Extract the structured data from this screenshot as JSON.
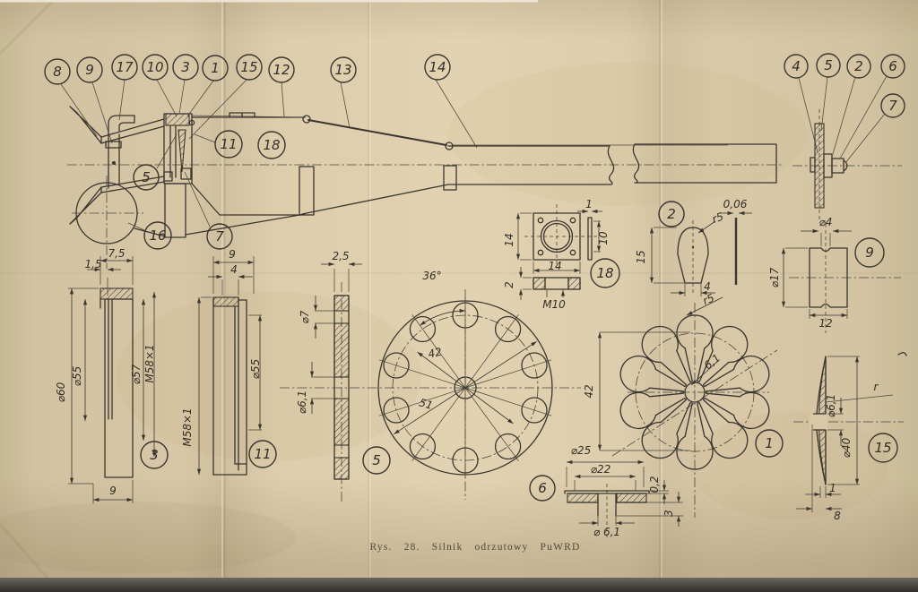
{
  "figure": {
    "caption": "Rys. 28.  Silnik  odrzutowy  PuWRD",
    "ink_color": "#3a352f",
    "paper_color": "#d8c7a5"
  },
  "assembly": {
    "callouts": [
      "8",
      "9",
      "17",
      "10",
      "3",
      "1",
      "15",
      "12",
      "13",
      "14"
    ],
    "inner_callouts": [
      "5",
      "7",
      "11",
      "16",
      "18"
    ],
    "end_view_callouts": [
      "4",
      "5",
      "2",
      "6",
      "7"
    ]
  },
  "parts": {
    "p3": {
      "no": "3",
      "dims": [
        "7,5",
        "1,5",
        "⌀60",
        "⌀55",
        "⌀57",
        "M58×1",
        "9"
      ]
    },
    "p11": {
      "no": "11",
      "dims": [
        "9",
        "4",
        "M58×1",
        "⌀55"
      ]
    },
    "p5": {
      "no": "5",
      "dims": [
        "2,5",
        "⌀7",
        "⌀6,1",
        "36°",
        "42",
        "51"
      ]
    },
    "p18": {
      "no": "18",
      "dims": [
        "14",
        "14",
        "1",
        "10",
        "2",
        "M10"
      ]
    },
    "p2": {
      "no": "2",
      "dims": [
        "r5",
        "15",
        "4",
        "0,06"
      ]
    },
    "p9": {
      "no": "9",
      "dims": [
        "⌀4",
        "⌀17",
        "12"
      ]
    },
    "p1": {
      "no": "1",
      "dims": [
        "r5",
        "42",
        "6,1"
      ]
    },
    "p6": {
      "no": "6",
      "dims": [
        "⌀25",
        "⌀22",
        "0,2",
        "3",
        "⌀ 6,1"
      ]
    },
    "p15": {
      "no": "15",
      "dims": [
        "⌀6,1",
        "r",
        "⌀40",
        "1",
        "8"
      ]
    }
  }
}
